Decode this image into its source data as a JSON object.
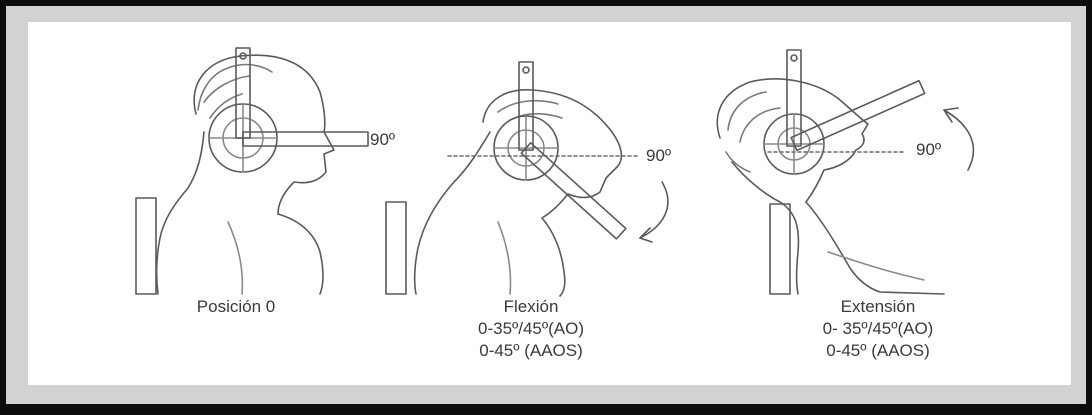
{
  "panels": [
    {
      "id": "position-zero",
      "angle_label": "90º",
      "caption_lines": [
        "Posición 0"
      ]
    },
    {
      "id": "flexion",
      "angle_label": "90º",
      "caption_lines": [
        "Flexión",
        "0-35º/45º(AO)",
        "0-45º (AAOS)"
      ]
    },
    {
      "id": "extension",
      "angle_label": "90º",
      "caption_lines": [
        "Extensión",
        "0- 35º/45º(AO)",
        "0-45º (AAOS)"
      ]
    }
  ],
  "colors": {
    "outer_background": "#0c0c0c",
    "frame": "#d2d2d2",
    "panel": "#ffffff",
    "line_art": "#555555",
    "text": "#3a3a3a"
  }
}
